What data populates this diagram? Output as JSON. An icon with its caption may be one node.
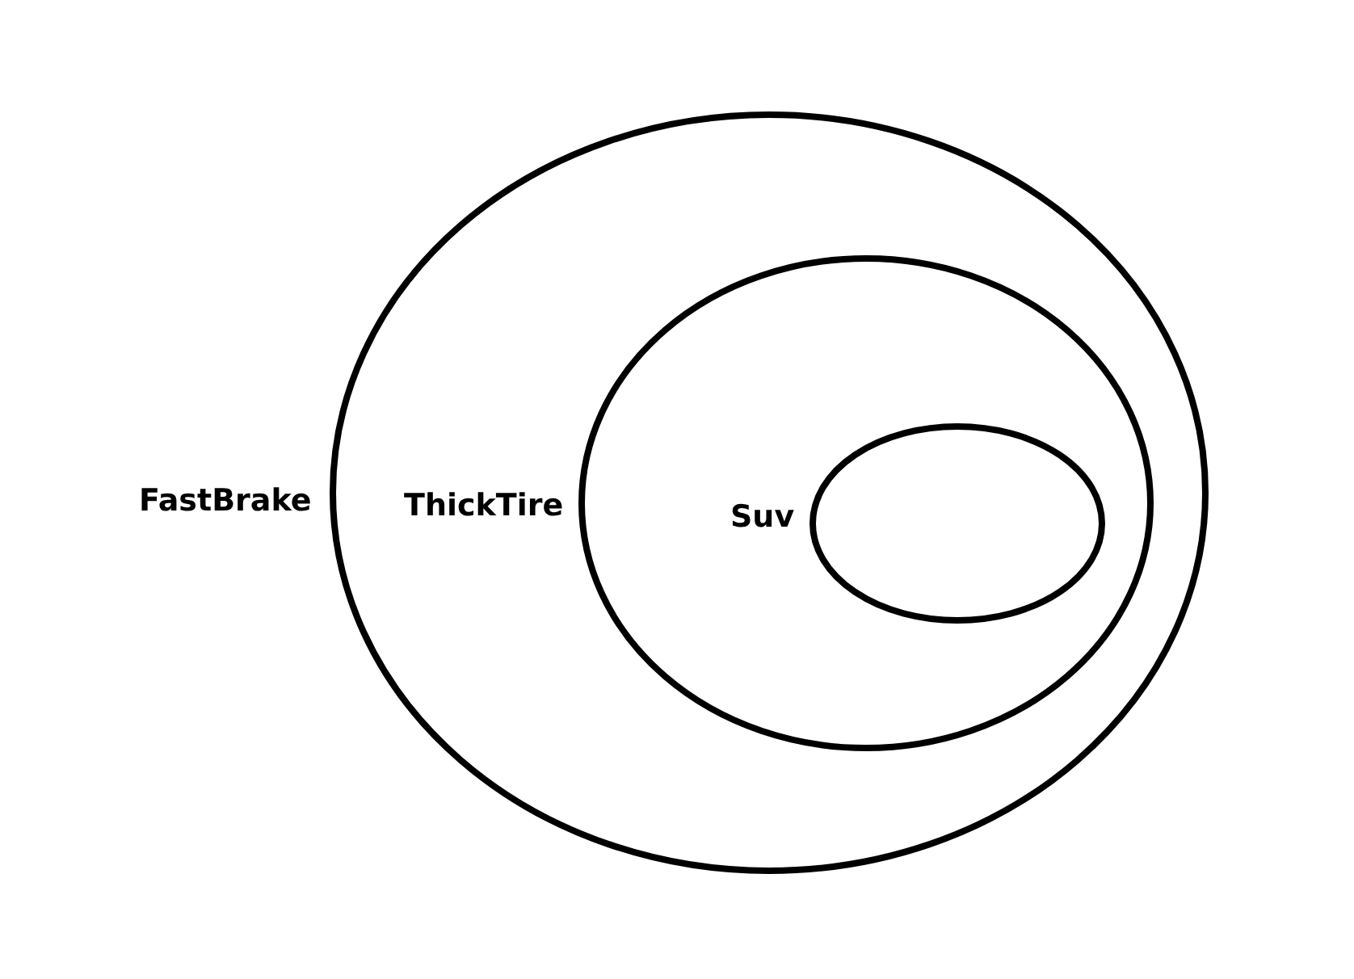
{
  "diagram": {
    "nodes": [
      {
        "text": [
          "FastBrake"
        ]
      },
      {
        "text": [
          "ThickTire"
        ],
        "in": 0
      },
      {
        "text": [
          "Suv"
        ],
        "in": 1
      }
    ]
  }
}
